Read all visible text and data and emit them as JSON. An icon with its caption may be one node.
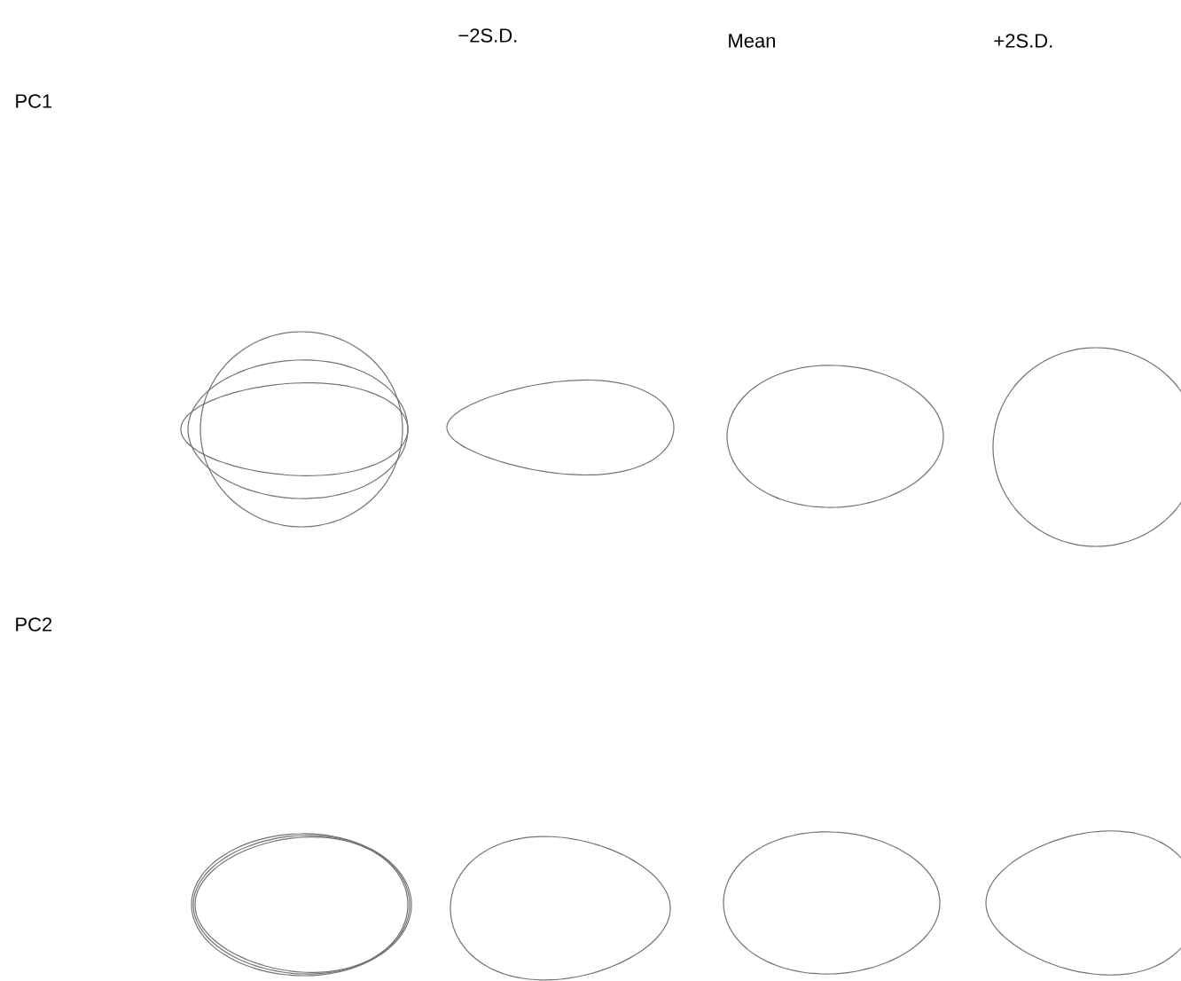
{
  "diagram": {
    "labels": [
      "−2S.D.",
      "Mean",
      "+2S.D.",
      "PC1",
      "PC2"
    ]
  }
}
